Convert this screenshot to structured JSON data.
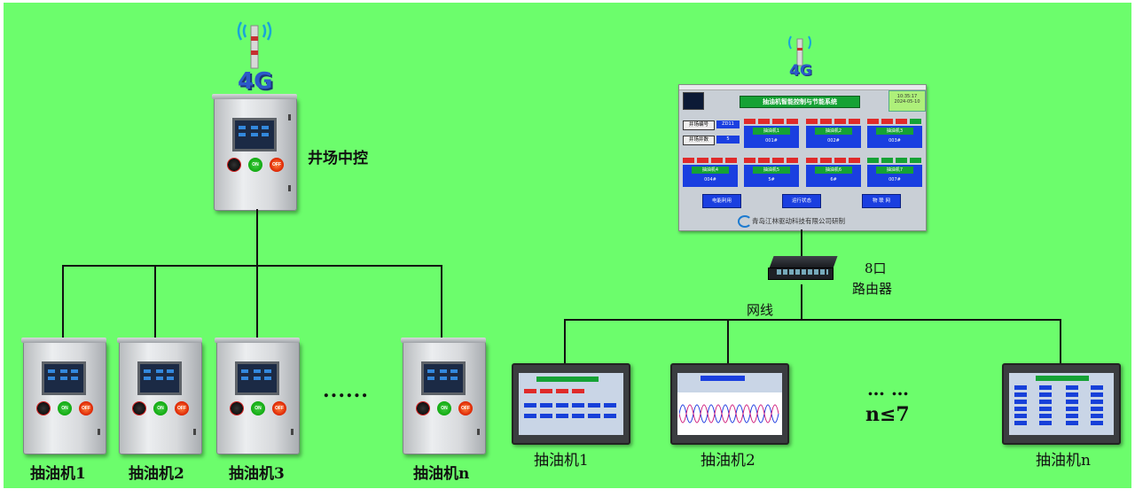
{
  "left": {
    "central_label": "井场中控",
    "dots": "......",
    "pumps": [
      "抽油机1",
      "抽油机2",
      "抽油机3",
      "抽油机n"
    ],
    "cabinet_buttons": {
      "on": "ON",
      "off": "OFF"
    },
    "antenna_text": "4G"
  },
  "right": {
    "router_label_line1": "8口",
    "router_label_line2": "路由器",
    "cable_label": "网线",
    "dots": "… …",
    "limit": "n≤7",
    "pumps": [
      "抽油机1",
      "抽油机2",
      "抽油机n"
    ],
    "antenna_text": "4G",
    "hmi": {
      "title": "抽油机智能控制与节能系统",
      "time": "10:35:17",
      "date": "2024-05-10",
      "well_no_label": "井场编号",
      "well_no_value": "ZD11",
      "well_count_label": "井场井数",
      "well_count_value": "5",
      "pumps": [
        {
          "name": "抽油机1",
          "no": "001#"
        },
        {
          "name": "抽油机2",
          "no": "002#"
        },
        {
          "name": "抽油机3",
          "no": "003#"
        },
        {
          "name": "抽油机4",
          "no": "004#"
        },
        {
          "name": "抽油机5",
          "no": "5#"
        },
        {
          "name": "抽油机6",
          "no": "6#"
        },
        {
          "name": "抽油机7",
          "no": "007#"
        }
      ],
      "buttons": [
        "电能利用",
        "运行状态",
        "物 联 网"
      ],
      "footer": "青岛江林驱动科技有限公司研制"
    }
  },
  "colors": {
    "background": "#6cfd6c",
    "hmi_blue": "#1a3fe0",
    "hmi_green": "#15a235",
    "status_red": "#e02a2a"
  }
}
